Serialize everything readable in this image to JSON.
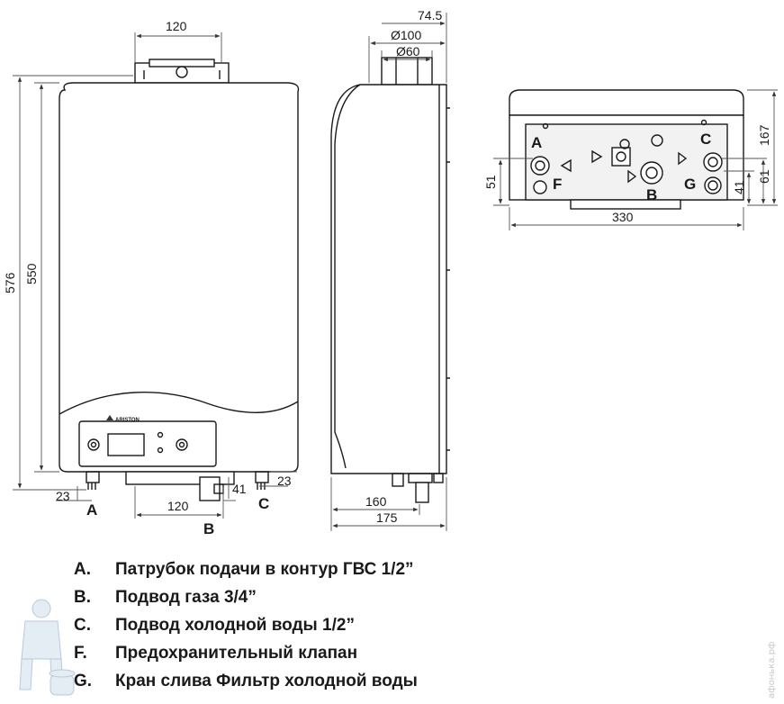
{
  "dimensions": {
    "front": {
      "top_width": "120",
      "height_total": "576",
      "height_body": "550",
      "left_offset": "23",
      "right_offset": "23",
      "gas_offset": "41",
      "bottom_width": "120"
    },
    "side": {
      "depth_top": "74.5",
      "flue_outer": "Ø100",
      "flue_inner": "Ø60",
      "depth_inner": "160",
      "depth_total": "175"
    },
    "bottom": {
      "height": "167",
      "left_height": "51",
      "right_height_a": "41",
      "right_height_b": "61",
      "width": "330"
    }
  },
  "labels": {
    "A": "A",
    "B": "B",
    "C": "C",
    "F": "F",
    "G": "G"
  },
  "brand": "ARISTON",
  "legend": [
    {
      "key": "A.",
      "text": "Патрубок подачи в контур ГВС 1/2”"
    },
    {
      "key": "B.",
      "text": "Подвод газа 3/4”"
    },
    {
      "key": "C.",
      "text": "Подвод холодной воды 1/2”"
    },
    {
      "key": "F.",
      "text": "Предохранительный клапан"
    },
    {
      "key": "G.",
      "text": "Кран слива Фильтр холодной воды"
    }
  ],
  "watermark": "афонька.рф",
  "colors": {
    "line": "#1a1a1a",
    "dimline": "#555555",
    "panel": "#f2f2f2"
  }
}
